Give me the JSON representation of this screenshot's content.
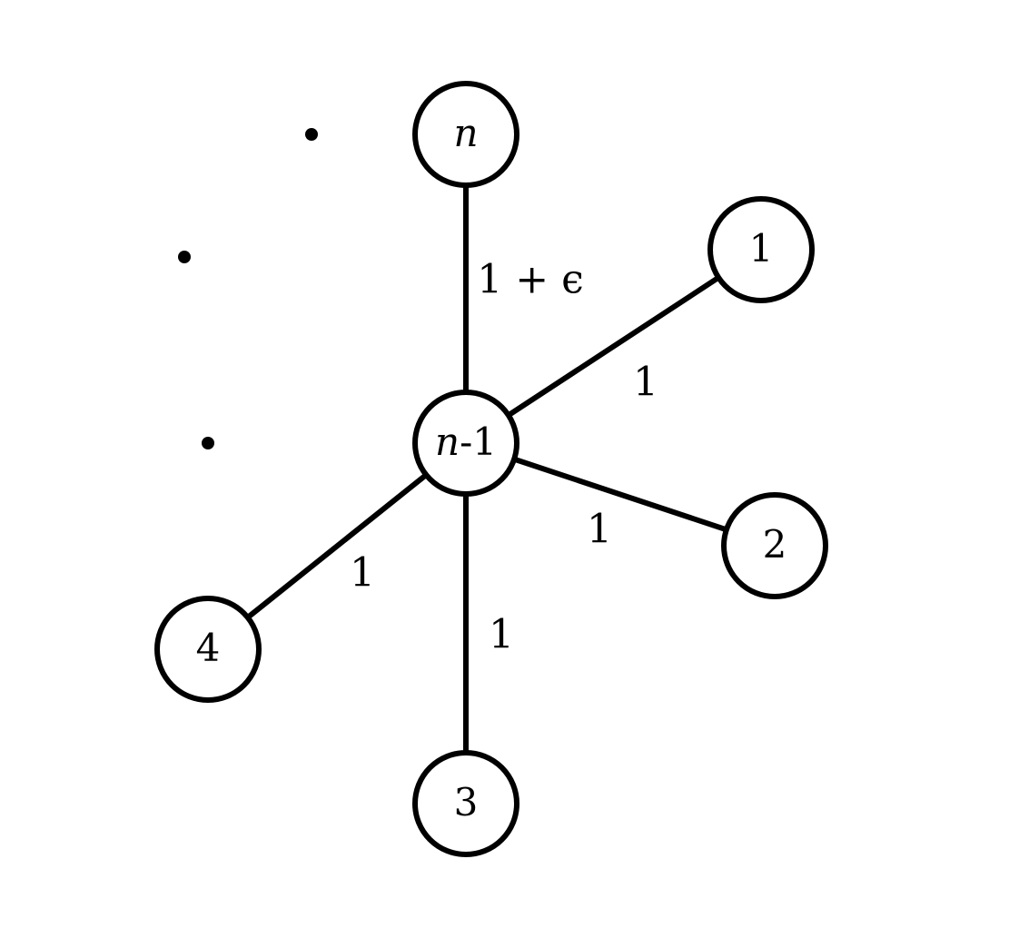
{
  "diagram": {
    "type": "star-graph",
    "stroke_color": "#000000",
    "background_color": "#ffffff",
    "center": {
      "id": "center",
      "label_italic": "n",
      "label_suffix": "-1"
    },
    "leaves": [
      {
        "id": "n",
        "label": "n",
        "italic": true,
        "edge_label": "1 + ϵ"
      },
      {
        "id": "1",
        "label": "1",
        "italic": false,
        "edge_label": "1"
      },
      {
        "id": "2",
        "label": "2",
        "italic": false,
        "edge_label": "1"
      },
      {
        "id": "3",
        "label": "3",
        "italic": false,
        "edge_label": "1"
      },
      {
        "id": "4",
        "label": "4",
        "italic": false,
        "edge_label": "1"
      }
    ],
    "ellipsis_dots": 3
  }
}
